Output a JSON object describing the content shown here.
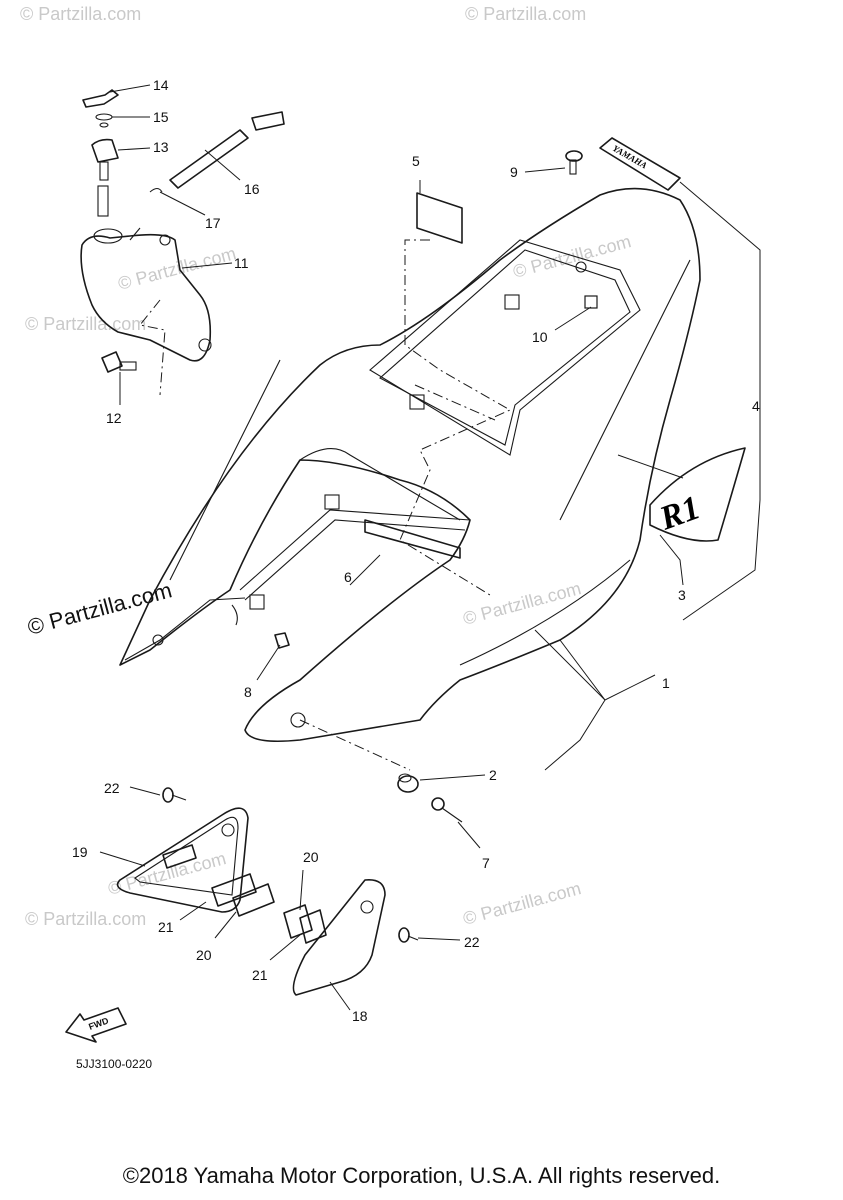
{
  "watermarks": [
    "© Partzilla.com",
    "© Partzilla.com",
    "© Partzilla.com",
    "© Partzilla.com",
    "© Partzilla.com",
    "© Partzilla.com",
    "© Partzilla.com",
    "© Partzilla.com",
    "© Partzilla.com"
  ],
  "brand_watermark": "© Partzilla.com",
  "callouts": [
    "1",
    "2",
    "3",
    "4",
    "5",
    "6",
    "7",
    "8",
    "9",
    "10",
    "11",
    "12",
    "13",
    "14",
    "15",
    "16",
    "17",
    "18",
    "19",
    "20",
    "20",
    "21",
    "21",
    "22",
    "22"
  ],
  "decals": {
    "yamaha": "YAMAHA",
    "model": "R1"
  },
  "forward_arrow": "FWD",
  "diagram_code": "5JJ3100-0220",
  "copyright": "©2018 Yamaha Motor Corporation, U.S.A. All rights reserved."
}
